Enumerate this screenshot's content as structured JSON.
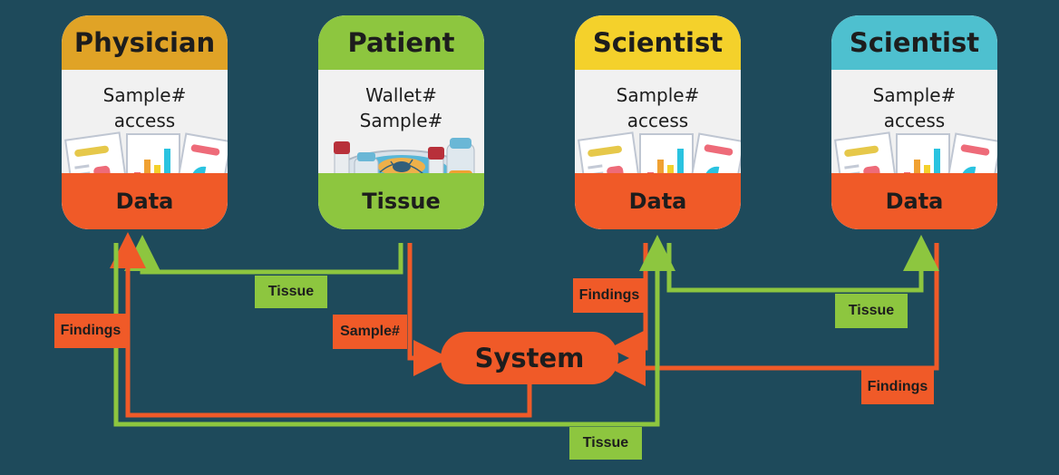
{
  "colors": {
    "background": "#1e4a5b",
    "green": "#8dc63f",
    "orange": "#f05a28",
    "physician": "#e0a326",
    "patient": "#8dc63f",
    "scientist1": "#f4d12b",
    "scientist2": "#4ec0cf"
  },
  "cards": [
    {
      "title": "Physician",
      "line1": "Sample#",
      "line2": "access",
      "foot": "Data",
      "art": "documents-chart-icon"
    },
    {
      "title": "Patient",
      "line1": "Wallet#",
      "line2": "Sample#",
      "foot": "Tissue",
      "art": "tissue-samples-icon"
    },
    {
      "title": "Scientist",
      "line1": "Sample#",
      "line2": "access",
      "foot": "Data",
      "art": "documents-chart-icon"
    },
    {
      "title": "Scientist",
      "line1": "Sample#",
      "line2": "access",
      "foot": "Data",
      "art": "documents-chart-icon"
    }
  ],
  "system": {
    "label": "System"
  },
  "labels": {
    "tissue_top": "Tissue",
    "sample": "Sample#",
    "findings_left": "Findings",
    "findings_mid": "Findings",
    "tissue_right": "Tissue",
    "findings_right": "Findings",
    "tissue_bottom": "Tissue"
  }
}
